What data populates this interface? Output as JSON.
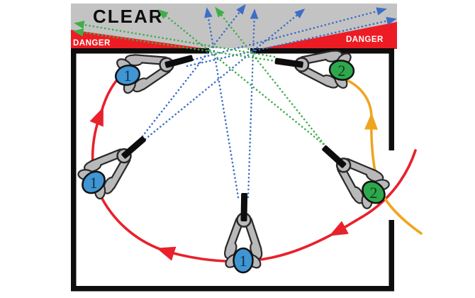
{
  "zones": {
    "clear_label": "CLEAR",
    "danger_left_label": "DANGER",
    "danger_right_label": "DANGER"
  },
  "figures": [
    {
      "label": "1",
      "position": "top-left",
      "color": "#3f96d3"
    },
    {
      "label": "2",
      "position": "top-right",
      "color": "#2fa84d"
    },
    {
      "label": "1",
      "position": "left",
      "color": "#3f96d3"
    },
    {
      "label": "2",
      "position": "right",
      "color": "#2fa84d"
    },
    {
      "label": "1",
      "position": "bottom",
      "color": "#3f96d3"
    }
  ],
  "colors": {
    "clear_zone": "#c3c3c3",
    "danger": "#ed1c24",
    "wall": "#0d0d0d",
    "path_shooter1_red": "#e8212b",
    "path_shooter2_yellow": "#f0a51f",
    "sightline_blue": "#3d6ec5",
    "sightline_green": "#3fae4a"
  }
}
